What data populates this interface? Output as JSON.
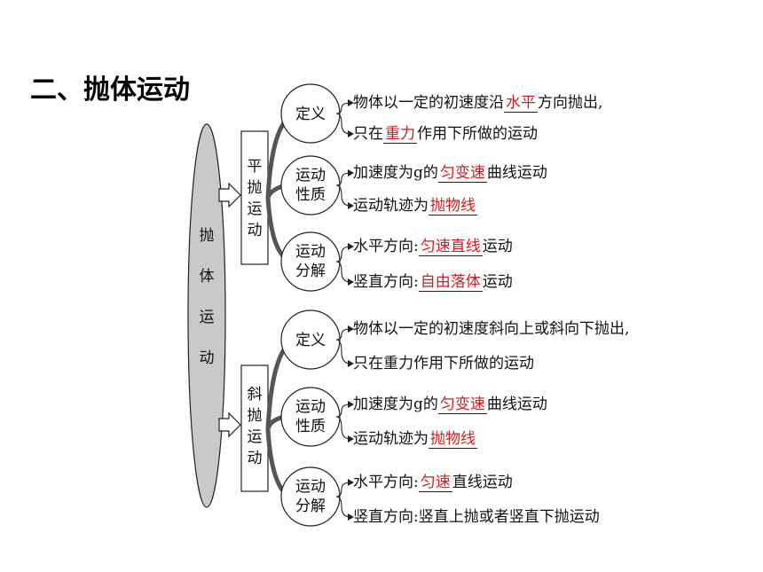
{
  "heading": "二、抛体运动",
  "root": "抛体运动",
  "branches": [
    {
      "name": "平抛运动",
      "nodes": [
        {
          "label": "定义",
          "lines": [
            [
              "物体以一定的初速度沿",
              {
                "a": "水平"
              },
              "方向抛出,"
            ],
            [
              "只在",
              {
                "a": "重力"
              },
              "作用下所做的运动"
            ]
          ]
        },
        {
          "label": "运动性质",
          "lines": [
            [
              "加速度为g的",
              {
                "a": "匀变速"
              },
              "曲线运动"
            ],
            [
              "运动轨迹为",
              {
                "a": "抛物线"
              }
            ]
          ]
        },
        {
          "label": "运动分解",
          "lines": [
            [
              "水平方向:",
              {
                "a": "匀速直线"
              },
              "运动"
            ],
            [
              "竖直方向:",
              {
                "a": "自由落体"
              },
              "运动"
            ]
          ]
        }
      ]
    },
    {
      "name": "斜抛运动",
      "nodes": [
        {
          "label": "定义",
          "lines": [
            [
              "物体以一定的初速度斜向上或斜向下抛出,"
            ],
            [
              "只在重力作用下所做的运动"
            ]
          ]
        },
        {
          "label": "运动性质",
          "lines": [
            [
              "加速度为g的",
              {
                "a": "匀变速"
              },
              "曲线运动"
            ],
            [
              "运动轨迹为",
              {
                "a": "抛物线"
              }
            ]
          ]
        },
        {
          "label": "运动分解",
          "lines": [
            [
              "水平方向:",
              {
                "a": "匀速"
              },
              "直线运动"
            ],
            [
              "竖直方向:竖直上抛或者竖直下抛运动"
            ]
          ]
        }
      ]
    }
  ],
  "colors": {
    "answer": "#d11d1d",
    "oval_fill": "#c9c9c9"
  }
}
